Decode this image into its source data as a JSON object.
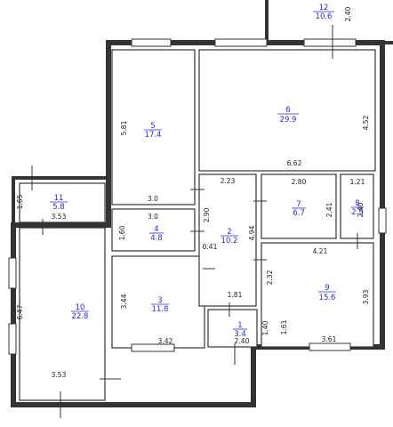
{
  "rooms": [
    {
      "number": "1",
      "area": "3.4"
    },
    {
      "number": "2",
      "area": "10.2"
    },
    {
      "number": "3",
      "area": "11.8"
    },
    {
      "number": "4",
      "area": "4.8"
    },
    {
      "number": "5",
      "area": "17.4"
    },
    {
      "number": "6",
      "area": "29.9"
    },
    {
      "number": "7",
      "area": "6.7"
    },
    {
      "number": "8",
      "area": "2.9"
    },
    {
      "number": "9",
      "area": "15.6"
    },
    {
      "number": "10",
      "area": "22.8"
    },
    {
      "number": "11",
      "area": "5.8"
    },
    {
      "number": "12",
      "area": "10.6"
    }
  ],
  "dims": {
    "r12_w": "2.40",
    "r6_h": "4.52",
    "r6_w": "6.62",
    "r5_h": "5.81",
    "r5_w": "3.0",
    "r2_top": "2.23",
    "r2_left": "2.90",
    "r2_right": "4.94",
    "r2_small": "0.41",
    "r7_w": "2.80",
    "r7_h": "2.41",
    "r8_w": "1.21",
    "r8_h": "2.40",
    "r11_h": "1.65",
    "r11_w": "3.53",
    "r4_w": "3.0",
    "r4_h": "1.60",
    "r9_w": "4.21",
    "r9_left": "2.32",
    "r9_right": "3.93",
    "r9_bottom": "3.61",
    "r9_small": "1.61",
    "r3_h": "3.44",
    "r3_w": "3.42",
    "r1_top": "1.81",
    "r1_h": "1.40",
    "r1_w": "2.40",
    "r10_h": "6.47",
    "r10_w": "3.53"
  }
}
